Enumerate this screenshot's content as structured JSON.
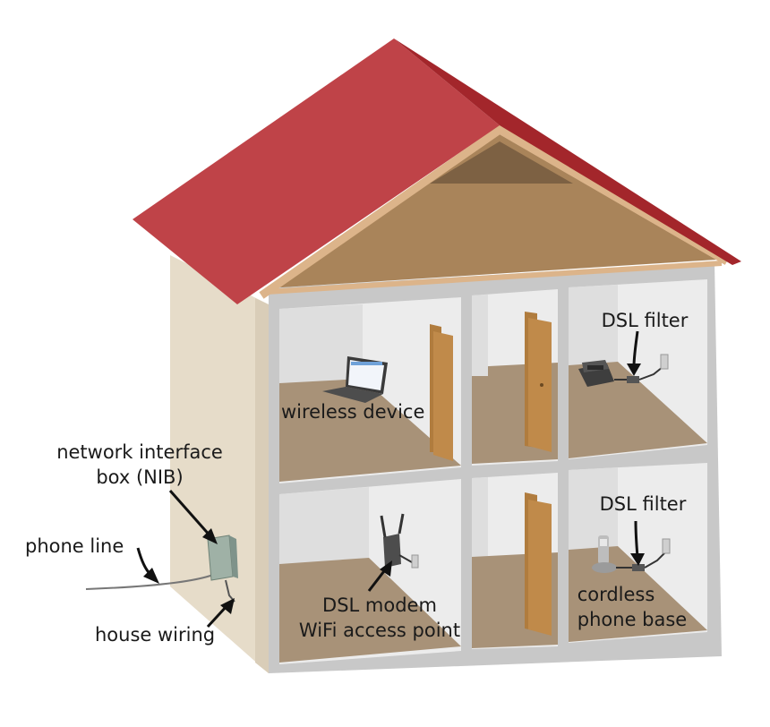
{
  "labels": {
    "wireless_device": "wireless device",
    "nib_line1": "network interface",
    "nib_line2": "box (NIB)",
    "phone_line": "phone line",
    "house_wiring": "house wiring",
    "dsl_modem_line1": "DSL modem",
    "dsl_modem_line2": "WiFi access point",
    "dsl_filter_top": "DSL filter",
    "dsl_filter_bottom": "DSL filter",
    "cordless_line1": "cordless",
    "cordless_line2": "phone base"
  },
  "colors": {
    "roof_front": "#bf4348",
    "roof_side": "#a3262b",
    "attic": "#a9845a",
    "attic_shadow": "#7d6143",
    "trim": "#dcb48a",
    "wall_side": "#e6dcc9",
    "wall_frame": "#c8c8c8",
    "room_back": "#ececec",
    "floor": "#a89278",
    "door": "#c08a4a",
    "device": "#4d4d4d"
  }
}
